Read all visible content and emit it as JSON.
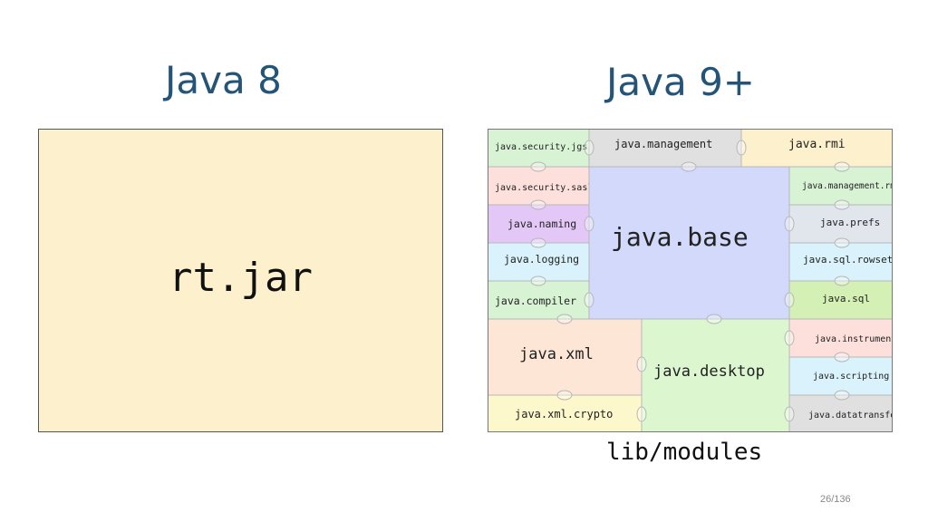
{
  "titles": {
    "left": "Java 8",
    "right": "Java 9+"
  },
  "java8": {
    "jar_label": "rt.jar",
    "box_color": "#fdf0cc"
  },
  "java9": {
    "caption": "lib/modules",
    "modules": [
      {
        "id": "java-security-jgss",
        "label": "java.security.jgss",
        "color": "#d8f2d4"
      },
      {
        "id": "java-management",
        "label": "java.management",
        "color": "#e0e0e0"
      },
      {
        "id": "java-rmi",
        "label": "java.rmi",
        "color": "#fdf0cc"
      },
      {
        "id": "java-security-sasl",
        "label": "java.security.sasl",
        "color": "#fde0dc"
      },
      {
        "id": "java-management-rmi",
        "label": "java.management.rmi",
        "color": "#d8f2d4"
      },
      {
        "id": "java-naming",
        "label": "java.naming",
        "color": "#e3c8f7"
      },
      {
        "id": "java-prefs",
        "label": "java.prefs",
        "color": "#e0e6ec"
      },
      {
        "id": "java-logging",
        "label": "java.logging",
        "color": "#d9f2fb"
      },
      {
        "id": "java-sql-rowset",
        "label": "java.sql.rowset",
        "color": "#d9f2fb"
      },
      {
        "id": "java-compiler",
        "label": "java.compiler",
        "color": "#d8f2d4"
      },
      {
        "id": "java-sql",
        "label": "java.sql",
        "color": "#d4f0b4"
      },
      {
        "id": "java-base",
        "label": "java.base",
        "color": "#d2d9fb"
      },
      {
        "id": "java-instrument",
        "label": "java.instrument",
        "color": "#fde0dc"
      },
      {
        "id": "java-xml",
        "label": "java.xml",
        "color": "#fde6d6"
      },
      {
        "id": "java-desktop",
        "label": "java.desktop",
        "color": "#dcf7d0"
      },
      {
        "id": "java-scripting",
        "label": "java.scripting",
        "color": "#d9f2fb"
      },
      {
        "id": "java-xml-crypto",
        "label": "java.xml.crypto",
        "color": "#fdf8cc"
      },
      {
        "id": "java-datatransfer",
        "label": "java.datatransfer",
        "color": "#e0e0e0"
      }
    ]
  },
  "page": {
    "number": "26/136"
  }
}
